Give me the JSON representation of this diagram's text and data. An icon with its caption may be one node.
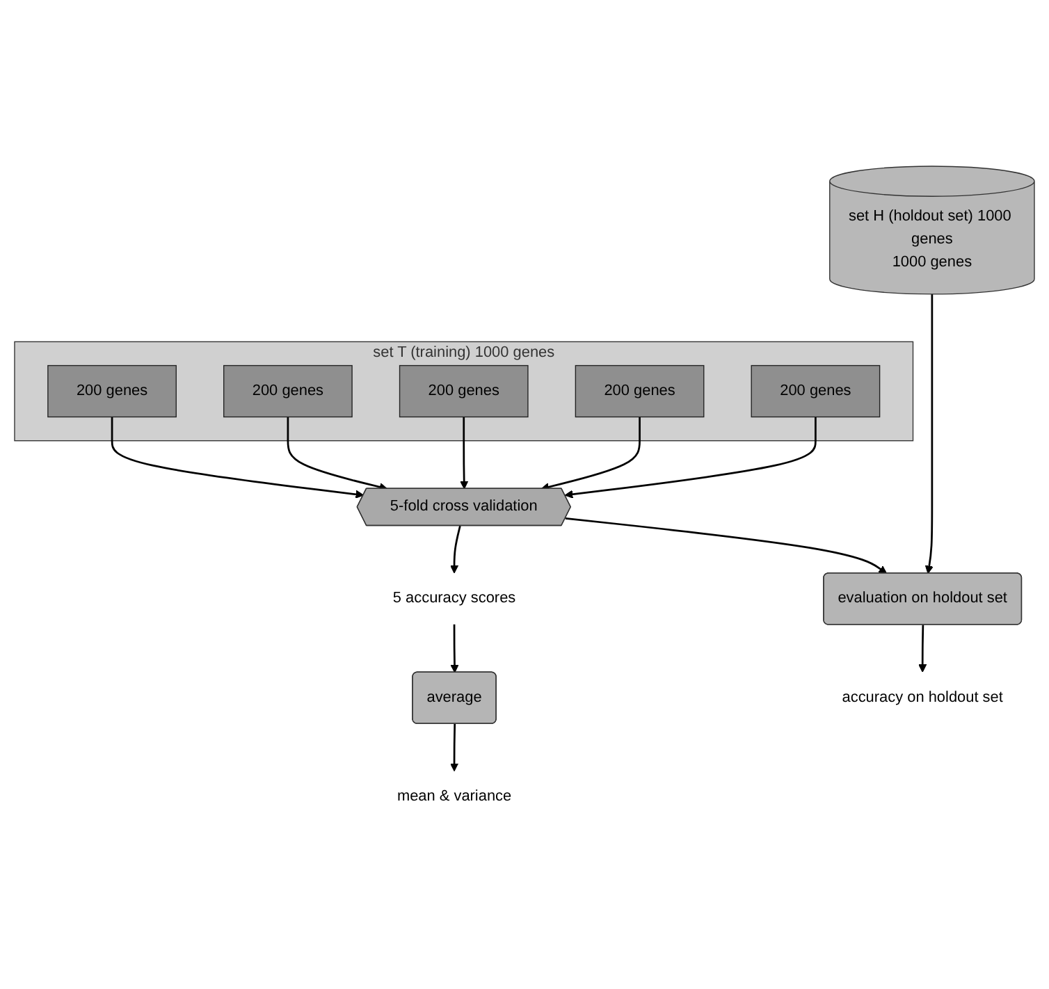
{
  "diagram": {
    "nodes": [
      {
        "text": [
          "set T (training) 1000 genes"
        ]
      },
      {
        "text": [
          "200 genes"
        ],
        "in": 0
      },
      {
        "text": [
          "200 genes"
        ],
        "in": 0
      },
      {
        "text": [
          "200 genes"
        ],
        "in": 0
      },
      {
        "text": [
          "200 genes"
        ],
        "in": 0
      },
      {
        "text": [
          "200 genes"
        ],
        "in": 0
      },
      {
        "text": [
          "set H (holdout set) 1000 genes",
          "1000 genes"
        ]
      },
      {
        "text": [
          "5-fold cross validation"
        ]
      },
      {
        "text": [
          "5 accuracy scores"
        ]
      },
      {
        "text": [
          "average"
        ]
      },
      {
        "text": [
          "mean & variance"
        ]
      },
      {
        "text": [
          "evaluation on holdout set"
        ]
      },
      {
        "text": [
          "accuracy on holdout set"
        ]
      }
    ],
    "edges": [
      {
        "from": 1,
        "to": 7,
        "arrow": "to"
      },
      {
        "from": 2,
        "to": 7,
        "arrow": "to"
      },
      {
        "from": 3,
        "to": 7,
        "arrow": "to"
      },
      {
        "from": 4,
        "to": 7,
        "arrow": "to"
      },
      {
        "from": 5,
        "to": 7,
        "arrow": "to"
      },
      {
        "from": 6,
        "to": 11,
        "arrow": "to"
      },
      {
        "from": 7,
        "to": 11,
        "arrow": "to"
      },
      {
        "from": 7,
        "to": 8,
        "arrow": "to"
      },
      {
        "from": 8,
        "to": 9,
        "arrow": "to"
      },
      {
        "from": 9,
        "to": 10,
        "arrow": "to"
      },
      {
        "from": 11,
        "to": 12,
        "arrow": "to"
      }
    ]
  }
}
